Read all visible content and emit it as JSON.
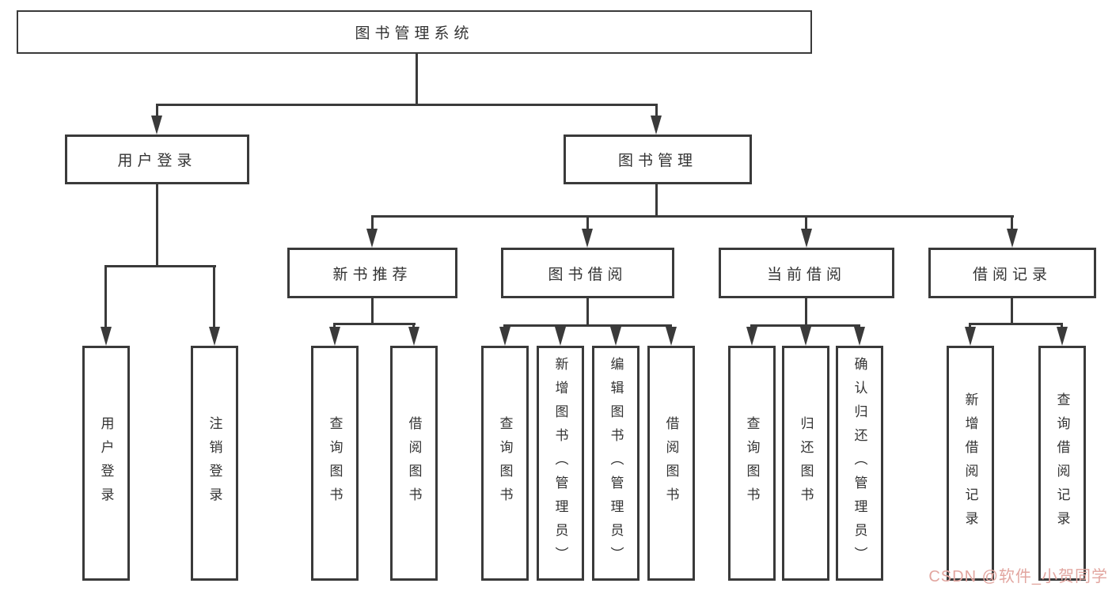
{
  "diagram": {
    "root": {
      "label": "图书管理系统"
    },
    "level1": {
      "user_login": {
        "label": "用户登录"
      },
      "book_management": {
        "label": "图书管理"
      }
    },
    "level2": {
      "new_book_recommend": {
        "label": "新书推荐"
      },
      "book_borrow": {
        "label": "图书借阅"
      },
      "current_borrow": {
        "label": "当前借阅"
      },
      "borrow_record": {
        "label": "借阅记录"
      }
    },
    "leaves": {
      "user_login": [
        "用户登录",
        "注销登录"
      ],
      "new_book_recommend": [
        "查询图书",
        "借阅图书"
      ],
      "book_borrow": [
        "查询图书",
        "新增图书（管理员）",
        "编辑图书（管理员）",
        "借阅图书"
      ],
      "current_borrow": [
        "查询图书",
        "归还图书",
        "确认归还（管理员）"
      ],
      "borrow_record": [
        "新增借阅记录",
        "查询借阅记录"
      ]
    },
    "watermark": "CSDN @软件_小贺同学",
    "colors": {
      "line": "#3a3a3a",
      "text": "#333333",
      "box_background": "#ffffff",
      "watermark": "#e2a6a0"
    }
  }
}
